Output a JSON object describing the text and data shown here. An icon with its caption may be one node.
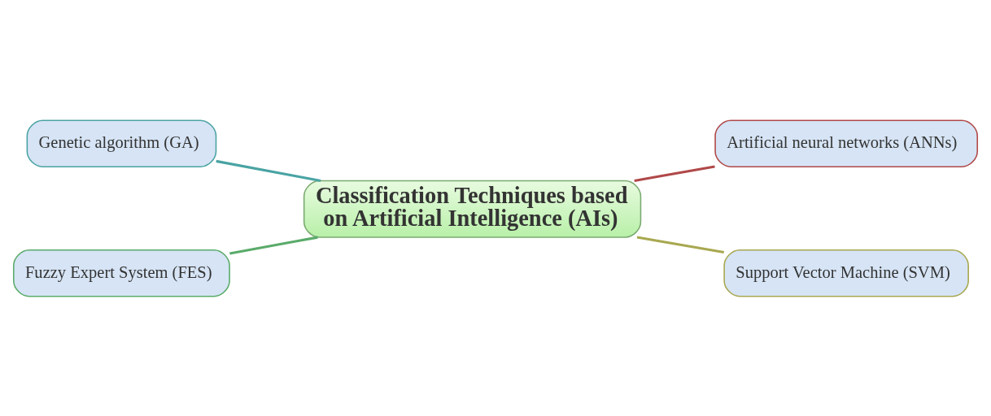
{
  "diagram": {
    "nodes": [
      {
        "text": [
          "Genetic algorithm (GA)"
        ]
      },
      {
        "text": [
          "Artificial neural networks (ANNs)"
        ]
      },
      {
        "text": [
          "Classification Techniques based on Artificial Intelligence (AIs)"
        ]
      },
      {
        "text": [
          "Fuzzy Expert System (FES)"
        ]
      },
      {
        "text": [
          "Support Vector Machine (SVM)"
        ]
      }
    ],
    "edges": [
      {
        "from": 0,
        "to": 2,
        "arrow": "none",
        "color": "#4aa3a3"
      },
      {
        "from": 3,
        "to": 2,
        "arrow": "none",
        "color": "#5aab6a"
      },
      {
        "from": 2,
        "to": 1,
        "arrow": "none",
        "color": "#b04848"
      },
      {
        "from": 2,
        "to": 4,
        "arrow": "none",
        "color": "#a8a850"
      }
    ]
  }
}
